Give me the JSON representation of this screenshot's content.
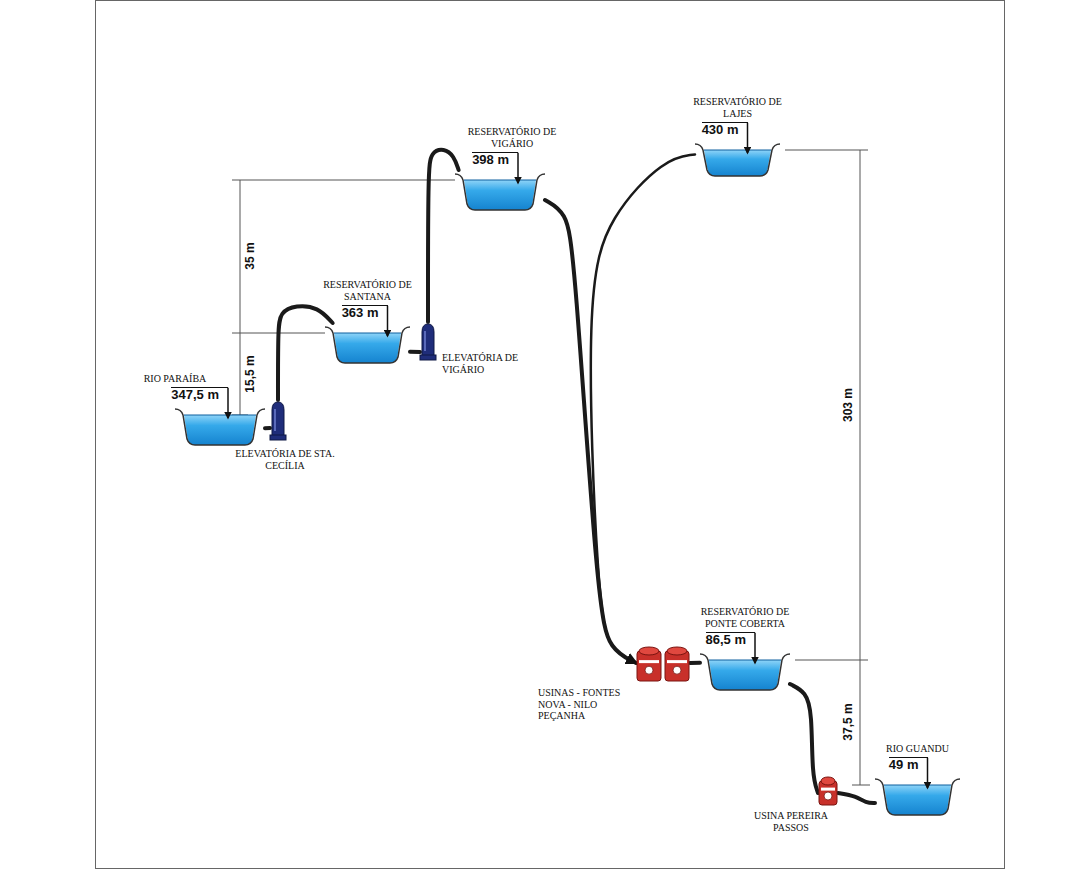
{
  "diagram": {
    "nodes": [
      {
        "text": [
          "RIO PARAÍBA",
          "347,5 m"
        ]
      },
      {
        "text": [
          "ELEVATÓRIA DE STA. CECÍLIA"
        ]
      },
      {
        "text": [
          "RESERVATÓRIO DE SANTANA",
          "363 m"
        ]
      },
      {
        "text": [
          "ELEVATÓRIA DE VIGÁRIO"
        ]
      },
      {
        "text": [
          "RESERVATÓRIO DE VIGÁRIO",
          "398 m"
        ]
      },
      {
        "text": [
          "RESERVATÓRIO DE LAJES",
          "430 m"
        ]
      },
      {
        "text": [
          "USINAS - FONTES NOVA - NILO PEÇANHA"
        ]
      },
      {
        "text": [
          "RESERVATÓRIO DE PONTE COBERTA",
          "86,5 m"
        ]
      },
      {
        "text": [
          "USINA PEREIRA PASSOS"
        ]
      },
      {
        "text": [
          "RIO GUANDU",
          "49 m"
        ]
      }
    ],
    "edges": [
      {
        "from": 0,
        "to": 1,
        "arrow": "none"
      },
      {
        "from": 1,
        "to": 2,
        "arrow": "none"
      },
      {
        "from": 2,
        "to": 3,
        "arrow": "none"
      },
      {
        "from": 3,
        "to": 4,
        "arrow": "none"
      },
      {
        "from": 4,
        "to": 6,
        "arrow": "none"
      },
      {
        "from": 5,
        "to": 6,
        "arrow": "to"
      },
      {
        "from": 6,
        "to": 7,
        "arrow": "none"
      },
      {
        "from": 7,
        "to": 8,
        "arrow": "none"
      },
      {
        "from": 8,
        "to": 9,
        "arrow": "none"
      }
    ],
    "labels": [
      "35 m",
      "15,5 m",
      "303 m",
      "37,5 m"
    ]
  }
}
